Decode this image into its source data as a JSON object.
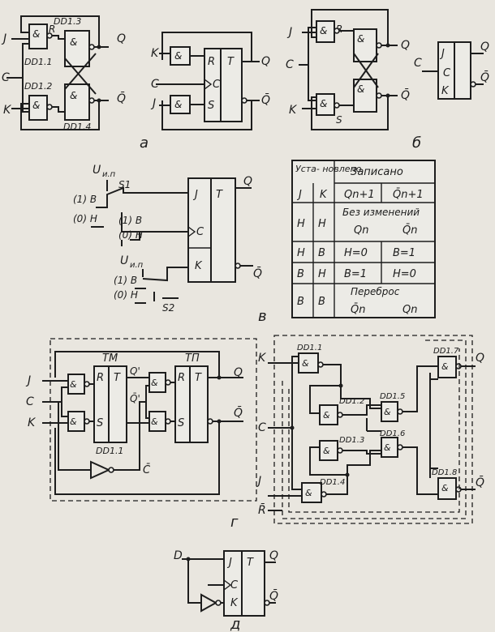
{
  "diagram_a": {
    "gates": [
      "DD1.3",
      "DD1.1",
      "DD1.2",
      "DD1.4"
    ],
    "caption": "а",
    "input_j": "J",
    "input_c": "C",
    "input_k": "K",
    "out_q": "Q",
    "out_qbar": "Q̄",
    "amp": "&",
    "r": "R",
    "ff_r": "R",
    "ff_t": "T",
    "ff_c": "C",
    "ff_s": "S"
  },
  "diagram_b": {
    "caption": "б",
    "r": "R",
    "s": "S",
    "j": "J",
    "c": "C",
    "k": "K",
    "out_q": "Q",
    "out_qbar": "Q̄"
  },
  "diagram_v": {
    "caption": "в",
    "u1": "U",
    "u1_sub": "и.п",
    "u2": "U",
    "u2_sub": "и.п",
    "s1": "S1",
    "s2": "S2",
    "b1": "(1) В",
    "h1": "(0) Н",
    "b2": "(1) В",
    "h2": "(0) Н",
    "b3": "(1) В",
    "h3": "(0) Н",
    "j": "J",
    "t": "T",
    "c": "C",
    "k": "K",
    "out_q": "Q",
    "out_qbar": "Q̄"
  },
  "truth_table": {
    "header_set": "Уста- новлено",
    "header_written": "Записано",
    "col_j": "J",
    "col_k": "K",
    "col_q": "Qn+1",
    "col_qbar": "Q̄n+1",
    "rows": [
      {
        "j": "Н",
        "k": "Н",
        "merged_a": "Без изменений",
        "q": "Qn",
        "qbar": "Q̄n"
      },
      {
        "j": "Н",
        "k": "В",
        "q": "Н=0",
        "qbar": "В=1"
      },
      {
        "j": "В",
        "k": "Н",
        "q": "В=1",
        "qbar": "Н=0"
      },
      {
        "j": "В",
        "k": "В",
        "merged_a": "Переброс",
        "q": "Q̄n",
        "qbar": "Qn"
      }
    ]
  },
  "diagram_g": {
    "caption": "г",
    "tm": "ТМ",
    "tp": "ТП",
    "dd": "DD1.1",
    "j": "J",
    "c": "C",
    "k": "K",
    "qp": "Q'",
    "qpbar": "Q̄'",
    "cbar": "C̄",
    "out_q": "Q",
    "out_qbar": "Q̄",
    "r": "R",
    "t": "T",
    "s": "S"
  },
  "diagram_g2": {
    "gates": [
      "DD1.1",
      "DD1.2",
      "DD1.3",
      "DD1.4",
      "DD1.5",
      "DD1.6",
      "DD1.7",
      "DD1.8"
    ],
    "k": "K",
    "c": "C",
    "j": "J",
    "rbar": "R̄",
    "out_q": "Q",
    "out_qbar": "Q̄"
  },
  "diagram_d": {
    "caption": "д",
    "d": "D",
    "j": "J",
    "t": "T",
    "c": "C",
    "k": "K",
    "out_q": "Q",
    "out_qbar": "Q̄"
  }
}
